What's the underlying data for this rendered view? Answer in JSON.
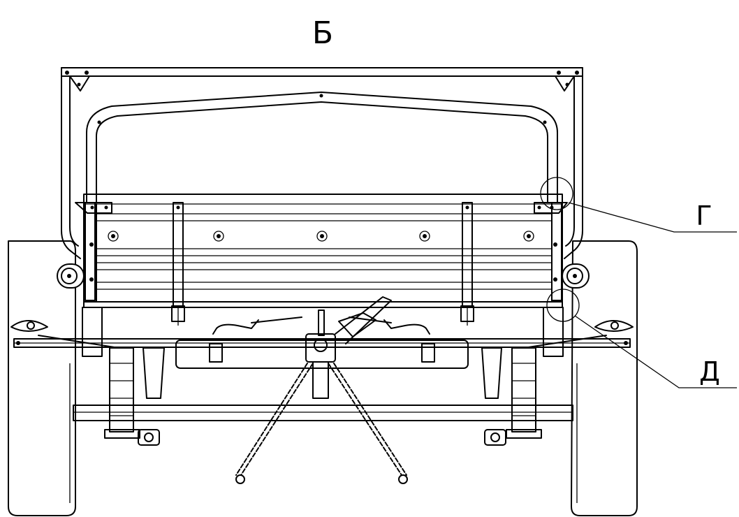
{
  "drawing": {
    "view_label": "Б",
    "callouts": [
      {
        "id": "detail-g",
        "label": "Г"
      },
      {
        "id": "detail-d",
        "label": "Д"
      }
    ],
    "colors": {
      "line": "#000000",
      "background": "#ffffff"
    }
  }
}
